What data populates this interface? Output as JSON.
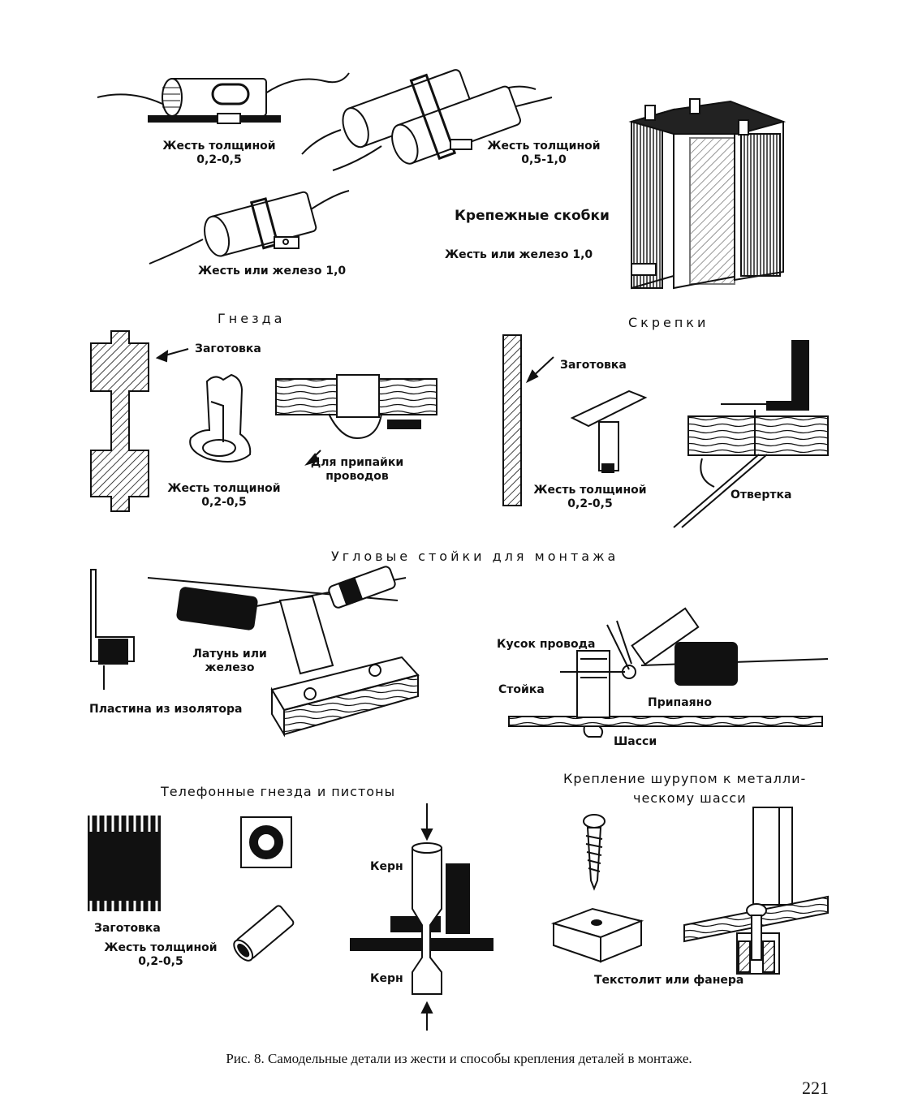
{
  "top": {
    "label1": "Жесть толщиной",
    "label1_value": "0,2-0,5",
    "label2": "Жесть толщиной",
    "label2_value": "0,5-1,0",
    "label3": "Жесть или железо 1,0",
    "title": "Крепежные скобки",
    "title_sub": "Жесть или железо 1,0"
  },
  "sockets": {
    "heading": "Гнезда",
    "blank": "Заготовка",
    "tin": "Жесть толщиной",
    "tin_value": "0,2-0,5",
    "solder1": "Для припайки",
    "solder2": "проводов"
  },
  "clips": {
    "heading": "Скрепки",
    "blank": "Заготовка",
    "tin": "Жесть толщиной",
    "tin_value": "0,2-0,5",
    "screwdriver": "Отвертка"
  },
  "posts": {
    "heading": "Угловые стойки для монтажа",
    "plate": "Пластина из изолятора",
    "brass1": "Латунь или",
    "brass2": "железо",
    "wire_piece": "Кусок провода",
    "post": "Стойка",
    "soldered": "Припаяно",
    "chassis": "Шасси"
  },
  "phone": {
    "heading": "Телефонные гнезда и пистоны",
    "blank": "Заготовка",
    "tin": "Жесть толщиной",
    "tin_value": "0,2-0,5",
    "punch_top": "Керн",
    "punch_bottom": "Керн"
  },
  "screw": {
    "heading1": "Крепление шурупом к металли-",
    "heading2": "ческому шасси",
    "material": "Текстолит или фанера"
  },
  "caption": "Рис. 8. Самодельные детали из жести и способы крепления деталей в монтаже.",
  "page_number": "221"
}
